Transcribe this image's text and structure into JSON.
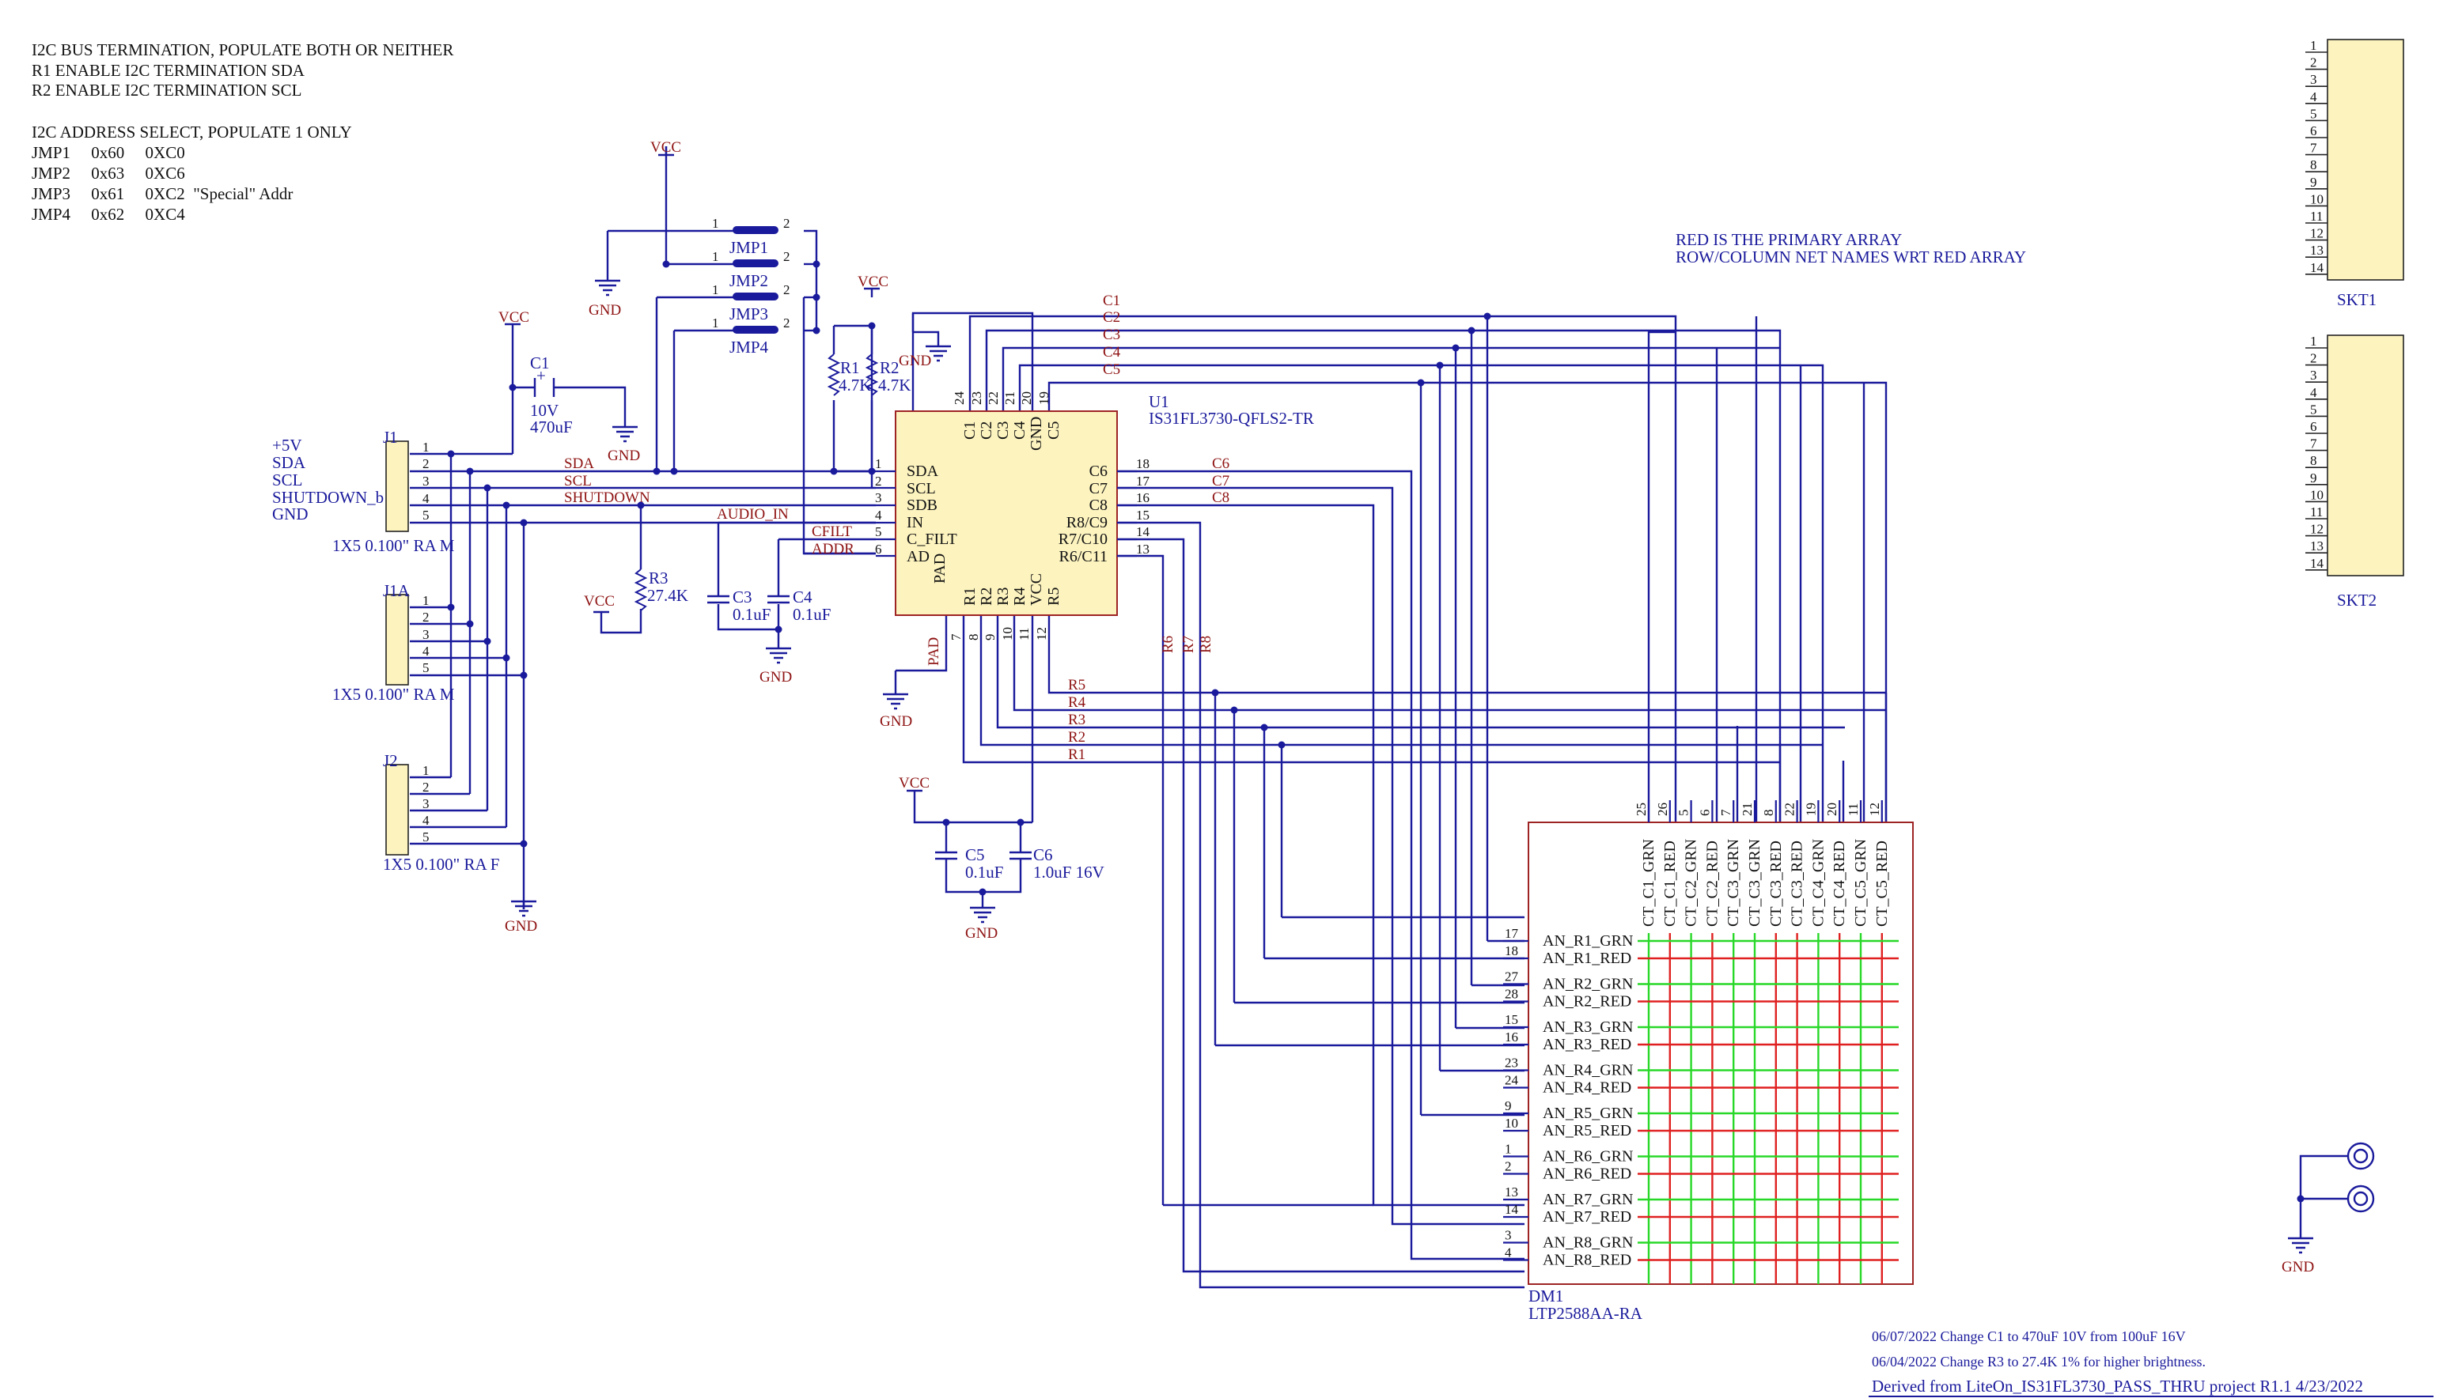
{
  "notes": {
    "i2c_term": [
      "I2C BUS TERMINATION, POPULATE BOTH OR NEITHER",
      "R1  ENABLE I2C TERMINATION SDA",
      "R2  ENABLE I2C TERMINATION SCL"
    ],
    "addr_sel": [
      "I2C ADDRESS SELECT, POPULATE 1 ONLY",
      "JMP1     0x60     0XC0",
      "JMP2     0x63     0XC6",
      "JMP3     0x61     0XC2  \"Special\" Addr",
      "JMP4     0x62     0XC4"
    ],
    "primary": [
      "RED IS THE PRIMARY ARRAY",
      "ROW/COLUMN NET NAMES WRT RED ARRAY"
    ],
    "changelog": [
      "06/07/2022 Change C1 to 470uF 10V from 100uF 16V",
      "06/04/2022 Change R3 to 27.4K 1% for higher brightness."
    ],
    "derived": "Derived from LiteOn_IS31FL3730_PASS_THRU project R1.1 4/23/2022"
  },
  "power": {
    "vcc": "VCC",
    "gnd": "GND"
  },
  "j1": {
    "ref": "J1",
    "value": "1X5 0.100\" RA M",
    "signals": [
      "+5V",
      "SDA",
      "SCL",
      "SHUTDOWN_b",
      "GND"
    ],
    "pins": [
      "1",
      "2",
      "3",
      "4",
      "5"
    ]
  },
  "j1a": {
    "ref": "J1A",
    "value": "1X5 0.100\" RA M"
  },
  "j2": {
    "ref": "J2",
    "value": "1X5 0.100\" RA F"
  },
  "jumpers": [
    "JMP1",
    "JMP2",
    "JMP3",
    "JMP4"
  ],
  "jumper_pins": [
    "1",
    "2"
  ],
  "c1": {
    "ref": "C1",
    "voltage": "10V",
    "value": "470uF",
    "plus": "+"
  },
  "r1": {
    "ref": "R1",
    "value": "4.7K"
  },
  "r2": {
    "ref": "R2",
    "value": "4.7K"
  },
  "r3": {
    "ref": "R3",
    "value": "27.4K"
  },
  "c3": {
    "ref": "C3",
    "value": "0.1uF"
  },
  "c4": {
    "ref": "C4",
    "value": "0.1uF"
  },
  "c5": {
    "ref": "C5",
    "value": "0.1uF"
  },
  "c6": {
    "ref": "C6",
    "value": "1.0uF 16V"
  },
  "nets": {
    "sda": "SDA",
    "scl": "SCL",
    "shutdown": "SHUTDOWN",
    "audio_in": "AUDIO_IN",
    "cfilt": "CFILT",
    "addr": "ADDR",
    "pad": "PAD",
    "cols": [
      "C1",
      "C2",
      "C3",
      "C4",
      "C5"
    ],
    "c6c8": [
      "C6",
      "C7",
      "C8"
    ],
    "rows": [
      "R5",
      "R4",
      "R3",
      "R2",
      "R1"
    ],
    "r678": [
      "R6",
      "R7",
      "R8"
    ]
  },
  "u1": {
    "ref": "U1",
    "part": "IS31FL3730-QFLS2-TR",
    "left_pins": [
      {
        "num": "1",
        "name": "SDA"
      },
      {
        "num": "2",
        "name": "SCL"
      },
      {
        "num": "3",
        "name": "SDB"
      },
      {
        "num": "4",
        "name": "IN"
      },
      {
        "num": "5",
        "name": "C_FILT"
      },
      {
        "num": "6",
        "name": "AD"
      }
    ],
    "right_pins": [
      {
        "num": "18",
        "name": "C6"
      },
      {
        "num": "17",
        "name": "C7"
      },
      {
        "num": "16",
        "name": "C8"
      },
      {
        "num": "15",
        "name": "R8/C9"
      },
      {
        "num": "14",
        "name": "R7/C10"
      },
      {
        "num": "13",
        "name": "R6/C11"
      }
    ],
    "top_pins": [
      {
        "num": "24",
        "name": "C1"
      },
      {
        "num": "23",
        "name": "C2"
      },
      {
        "num": "22",
        "name": "C3"
      },
      {
        "num": "21",
        "name": "C4"
      },
      {
        "num": "20",
        "name": "GND"
      },
      {
        "num": "19",
        "name": "C5"
      }
    ],
    "bottom_pins": [
      {
        "num": "7",
        "name": "PAD"
      },
      {
        "num": "8",
        "name": "R1"
      },
      {
        "num": "9",
        "name": "R2"
      },
      {
        "num": "10",
        "name": "R3"
      },
      {
        "num": "11",
        "name": "R4"
      },
      {
        "num": "12",
        "name": "VCC"
      },
      {
        "num": "",
        "name": "R5"
      }
    ]
  },
  "skt1": {
    "ref": "SKT1",
    "pins": [
      "1",
      "2",
      "3",
      "4",
      "5",
      "6",
      "7",
      "8",
      "9",
      "10",
      "11",
      "12",
      "13",
      "14"
    ]
  },
  "skt2": {
    "ref": "SKT2",
    "pins": [
      "1",
      "2",
      "3",
      "4",
      "5",
      "6",
      "7",
      "8",
      "9",
      "10",
      "11",
      "12",
      "13",
      "14"
    ]
  },
  "dm1": {
    "ref": "DM1",
    "part": "LTP2588AA-RA",
    "cols": [
      {
        "num": "25",
        "name": "CT_C1_GRN",
        "color": "green"
      },
      {
        "num": "26",
        "name": "CT_C1_RED",
        "color": "red"
      },
      {
        "num": "5",
        "name": "CT_C2_GRN",
        "color": "green"
      },
      {
        "num": "6",
        "name": "CT_C2_RED",
        "color": "red"
      },
      {
        "num": "7",
        "name": "CT_C3_GRN",
        "color": "green"
      },
      {
        "num": "21",
        "name": "CT_C3_GRN",
        "color": "green"
      },
      {
        "num": "8",
        "name": "CT_C3_RED",
        "color": "red"
      },
      {
        "num": "22",
        "name": "CT_C3_RED",
        "color": "red"
      },
      {
        "num": "19",
        "name": "CT_C4_GRN",
        "color": "green"
      },
      {
        "num": "20",
        "name": "CT_C4_RED",
        "color": "red"
      },
      {
        "num": "11",
        "name": "CT_C5_GRN",
        "color": "green"
      },
      {
        "num": "12",
        "name": "CT_C5_RED",
        "color": "red"
      }
    ],
    "rows": [
      {
        "num": "17",
        "name": "AN_R1_GRN",
        "color": "green"
      },
      {
        "num": "18",
        "name": "AN_R1_RED",
        "color": "red"
      },
      {
        "num": "27",
        "name": "AN_R2_GRN",
        "color": "green"
      },
      {
        "num": "28",
        "name": "AN_R2_RED",
        "color": "red"
      },
      {
        "num": "15",
        "name": "AN_R3_GRN",
        "color": "green"
      },
      {
        "num": "16",
        "name": "AN_R3_RED",
        "color": "red"
      },
      {
        "num": "23",
        "name": "AN_R4_GRN",
        "color": "green"
      },
      {
        "num": "24",
        "name": "AN_R4_RED",
        "color": "red"
      },
      {
        "num": "9",
        "name": "AN_R5_GRN",
        "color": "green"
      },
      {
        "num": "10",
        "name": "AN_R5_RED",
        "color": "red"
      },
      {
        "num": "1",
        "name": "AN_R6_GRN",
        "color": "green"
      },
      {
        "num": "2",
        "name": "AN_R6_RED",
        "color": "red"
      },
      {
        "num": "13",
        "name": "AN_R7_GRN",
        "color": "green"
      },
      {
        "num": "14",
        "name": "AN_R7_RED",
        "color": "red"
      },
      {
        "num": "3",
        "name": "AN_R8_GRN",
        "color": "green"
      },
      {
        "num": "4",
        "name": "AN_R8_RED",
        "color": "red"
      }
    ]
  },
  "colors": {
    "wire": "#1a1a9c",
    "net_label": "#8e1212",
    "chip_fill": "#fcf3bf",
    "chip_border": "#9e2424",
    "green_grid": "#28d828",
    "red_grid": "#e02020"
  }
}
